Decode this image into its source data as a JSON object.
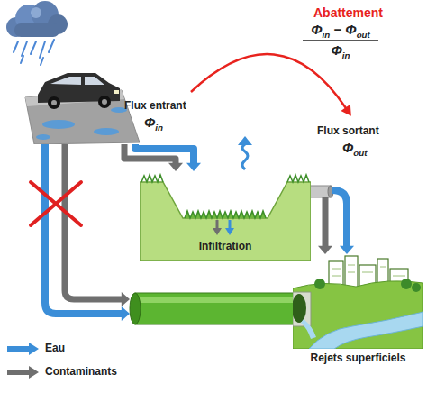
{
  "diagram": {
    "nodes": [
      {
        "text": [
          "Flux entrant",
          "Φin"
        ]
      },
      {
        "text": [
          "Infiltration"
        ]
      },
      {
        "text": [
          "Rejets superficiels"
        ]
      }
    ],
    "edges": [
      {
        "from": 0,
        "to": 1,
        "arrow": "to"
      },
      {
        "from": 1,
        "to": 2,
        "arrow": "to"
      },
      {
        "from": 0,
        "to": 2,
        "arrow": "to"
      }
    ],
    "labels": [
      "Abattement",
      "Φin − Φout",
      "Φin",
      "Flux sortant",
      "Φout"
    ],
    "legend": [
      {
        "text": "Eau",
        "color": "#3b8ed8"
      },
      {
        "text": "Contaminants",
        "color": "#6f6f6f"
      }
    ]
  }
}
